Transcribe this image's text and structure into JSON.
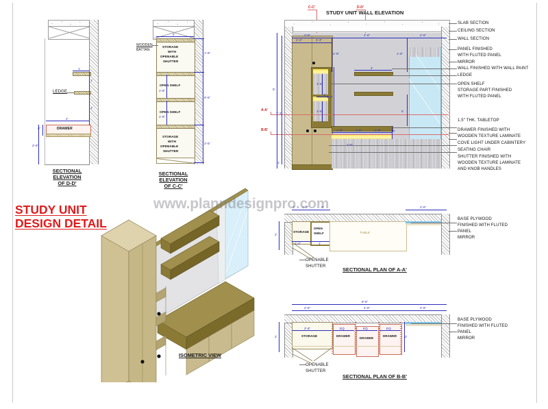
{
  "sheet": {
    "watermark": "www.planndesignpro.com",
    "main_title_line1": "STUDY UNIT",
    "main_title_line2": "DESIGN DETAIL"
  },
  "views": {
    "elevation_dd": {
      "title_l1": "SECTIONAL",
      "title_l2": "ELEVATION",
      "title_l3": "OF D-D'"
    },
    "elevation_cc": {
      "title_l1": "SECTIONAL",
      "title_l2": "ELEVATION",
      "title_l3": "OF C-C'"
    },
    "wall_elevation": {
      "title": "STUDY UNIT WALL ELEVATION"
    },
    "isometric": {
      "title": "ISOMETRIC VIEW"
    },
    "plan_aa": {
      "title": "SECTIONAL PLAN OF A-A'"
    },
    "plan_bb": {
      "title": "SECTIONAL PLAN OF B-B'"
    }
  },
  "elevation_dd": {
    "labels": {
      "ledge": "LEDGE",
      "drawer": "DRAWER"
    },
    "dims": {
      "top_shelf": "1'",
      "mid": "1'",
      "lower": "1'",
      "drawer_w": "2'",
      "drawer_h": "6\"",
      "floor": "2'-6\""
    }
  },
  "elevation_cc": {
    "labels": {
      "wooden_battan_l1": "WOODEN",
      "wooden_battan_l2": "BATTAN",
      "storage_top_l1": "STORAGE",
      "storage_top_l2": "WITH",
      "storage_top_l3": "OPENABLE",
      "storage_top_l4": "SHUTTER",
      "open_shelf_1": "OPEN SHELF",
      "open_shelf_2": "OPEN SHELF",
      "storage_bot_l1": "STORAGE",
      "storage_bot_l2": "WITH",
      "storage_bot_l3": "OPENABLE",
      "storage_bot_l4": "SHUTTER"
    },
    "dims": {
      "width": "2'",
      "top": "1'-9\"",
      "shelf1": "1'-6\"",
      "shelf2": "1'-6\"",
      "total": "8'-5\"",
      "bottom": "2'-5\""
    }
  },
  "wall_elevation": {
    "section_markers": {
      "cc": "C-C'",
      "dd": "D-D'",
      "aa": "A-A'",
      "bb": "B-B'"
    },
    "callouts": [
      "SLAB SECTION",
      "CEILING SECTION",
      "WALL SECTION",
      "PANEL FINISHED",
      "WITH FLUTED PANEL",
      "MIRROR",
      "WALL FINISHED WITH WALL PAINT",
      "LEDGE",
      "OPEN SHELF",
      "STORAGE PART FINISHED",
      "WITH FLUTED PANEL",
      "1.5\" THK. TABLETOP",
      "DRAWER FINISHED WITH",
      "WOODEN TEXTURE LAMINATE",
      "COVE LIGHT UNDER CABINTERY",
      "SEATING CHAIR",
      "SHUTTER FINISHED WITH",
      "WOODEN TEXTURE LAMINATE",
      "AND KNOB HANDLES"
    ],
    "dims": {
      "left_total": "9'",
      "left_unit": "7'-3\"",
      "bay1": "2'-6\"",
      "bay1a": "1'-3\"",
      "bay1b": "1'-3\"",
      "bay2": "4'-6\"",
      "bay3": "2'-6\"",
      "top_h": "1'-9\"",
      "top_h2": "1'-9\"",
      "shelf_w": "2'",
      "niche1": "1'-6\"",
      "niche_mid": "1'",
      "niche2": "1'-6\"",
      "niche_total": "3'-3\"",
      "drawer1": "1'-6\"",
      "drawer2": "1'-6\"",
      "drawer3": "1'-6\"",
      "drawer_h": "6\"",
      "base_h": "2'-6\"",
      "mirror_h": "5'",
      "floor": "1'"
    }
  },
  "plan_aa": {
    "labels": {
      "storage": "STORAGE",
      "open_shelf_l1": "OPEN",
      "open_shelf_l2": "SHELF",
      "table": "TABLE"
    },
    "callouts": {
      "openable_l1": "OPENABLE",
      "openable_l2": "SHUTTER",
      "base_l1": "BASE PLYWOOD",
      "base_l2": "FINISHED WITH FLUTED",
      "base_l3": "PANEL",
      "mirror": "MIRROR"
    },
    "dims": {
      "d1": "3\"",
      "d2": "1'-3\"",
      "d3": "9\"",
      "d4": "2'-6\"",
      "depth": "2'",
      "storage_w": "1'-2\"",
      "shelf_w": "1'"
    }
  },
  "plan_bb": {
    "labels": {
      "storage": "STORAGE",
      "drawer1": "DRAWER",
      "drawer2": "DRAWER",
      "drawer3": "DRAWER",
      "eq1": "EQ",
      "eq2": "EQ",
      "eq3": "EQ"
    },
    "callouts": {
      "openable_l1": "OPENABLE",
      "openable_l2": "SHUTTER",
      "base_l1": "BASE PLYWOOD",
      "base_l2": "FINISHED WITH FLUTED",
      "base_l3": "PANEL",
      "mirror": "MIRROR"
    },
    "dims": {
      "total": "9'-6\"",
      "d1": "2'-6\"",
      "d2": "4'-6\"",
      "d3": "2'-6\"",
      "storage_w": "2'-6\"",
      "depth_l": "2'",
      "depth_r": "2'"
    }
  },
  "colors": {
    "accent_red": "#e01b1b",
    "dim_blue": "#2b2bbd",
    "wood_light": "#c9bb8d",
    "wood_dark": "#8a7a36",
    "mirror": "#c9e8f5",
    "wall_paint": "#d2d2d6",
    "cove_light": "#ffe74a"
  }
}
